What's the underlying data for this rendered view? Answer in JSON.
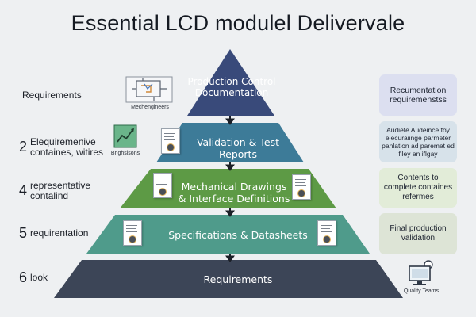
{
  "title": "Essential LCD modulel Delivervale",
  "levels": [
    {
      "label": "Production Control Documentation",
      "color": "#394a7a"
    },
    {
      "label": "Validation & Test Reports",
      "color": "#3d7b98"
    },
    {
      "label": "Mechanical Drawings & Interface Definitions",
      "color": "#5d9a45"
    },
    {
      "label": "Specifications & Datasheets",
      "color": "#4f9b8b"
    },
    {
      "label": "Requirements",
      "color": "#3c4557"
    }
  ],
  "left_items": [
    {
      "num": "",
      "text": "Requirements"
    },
    {
      "num": "2",
      "text": "Elequiremenive\ncontaines, witires"
    },
    {
      "num": "4",
      "text": "representative\ncontalind"
    },
    {
      "num": "5",
      "text": "requirentation"
    },
    {
      "num": "6",
      "text": "look"
    }
  ],
  "right_boxes": [
    {
      "text": "Recumentation requiremenstss",
      "color": "#dcdff0"
    },
    {
      "text": "Audiete Audeince foy elecuraiinge parmeter panlation ad paremet ed filey an iflgay",
      "color": "#d7e2ea"
    },
    {
      "text": "Contents to complete containes refermes",
      "color": "#e2ecd8"
    },
    {
      "text": "Final production validation",
      "color": "#dde4d6"
    }
  ],
  "captions": {
    "engineers": "Mechengineers",
    "brightness": "Brighsisons",
    "quality": "Quality Teams"
  },
  "icons": {
    "engineers": "circuit-board-icon",
    "brightness": "chart-icon",
    "quality": "monitor-icon",
    "documents": "document-icon"
  }
}
